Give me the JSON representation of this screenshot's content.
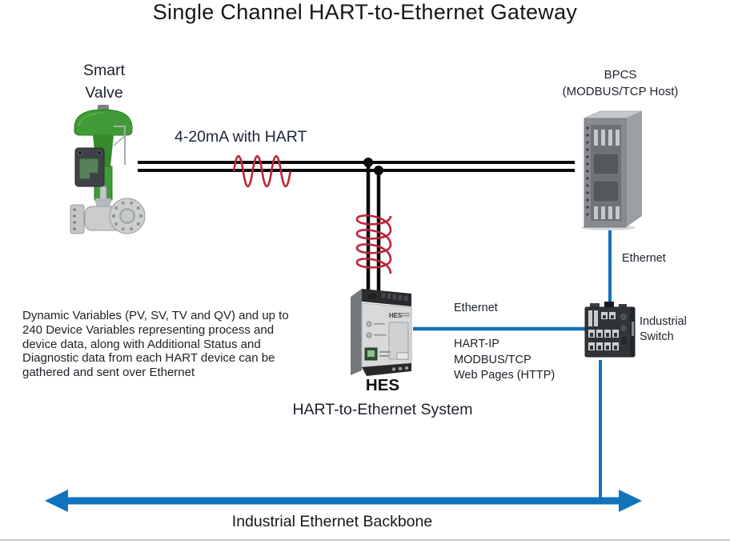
{
  "title": "Single Channel HART-to-Ethernet Gateway",
  "colors": {
    "ethernet_blue": "#1273BD",
    "hart_red": "#C0243A",
    "wire_black": "#0A0A0A",
    "valve_green": "#3F9B35"
  },
  "devices": {
    "smart_valve": {
      "label": "Smart\nValve"
    },
    "bpcs": {
      "label": "BPCS\n(MODBUS/TCP Host)"
    },
    "hes": {
      "name": "HES",
      "subtitle": "HART-to-Ethernet System",
      "brand": "HES"
    },
    "industrial_switch": {
      "label": "Industrial\nSwitch"
    }
  },
  "connections": {
    "hart_signal_label": "4-20mA with HART",
    "ethernet_label_bpcs": "Ethernet",
    "ethernet_label_hes": "Ethernet",
    "protocols": [
      "HART-IP",
      "MODBUS/TCP",
      "Web Pages (HTTP)"
    ],
    "backbone_label": "Industrial Ethernet Backbone"
  },
  "note": {
    "lines": [
      "Dynamic  Variables (PV, SV, TV and QV) and up to",
      "240 Device Variables representing process and",
      "device data, along with Additional Status and",
      "Diagnostic data from each HART device can be",
      "gathered and sent over Ethernet"
    ]
  }
}
